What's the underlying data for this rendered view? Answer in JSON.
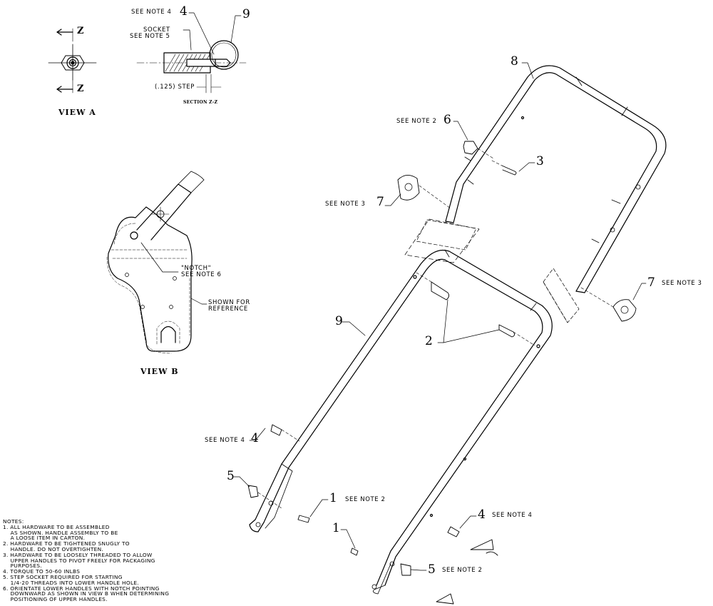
{
  "views": {
    "view_a": "VIEW A",
    "view_b": "VIEW B",
    "section_zz": "SECTION Z-Z",
    "z_top": "Z",
    "z_bottom": "Z"
  },
  "section_labels": {
    "see_note_4": "SEE NOTE 4",
    "socket": "SOCKET",
    "see_note_5": "SEE NOTE 5",
    "step": "(.125) STEP",
    "callout_4": "4",
    "callout_9": "9"
  },
  "view_b_labels": {
    "notch": "\"NOTCH\"",
    "see_note_6": "SEE NOTE 6",
    "shown_for": "SHOWN FOR",
    "reference": "REFERENCE"
  },
  "callouts": [
    {
      "id": "c8",
      "num": "8",
      "note": ""
    },
    {
      "id": "c6",
      "num": "6",
      "note": "SEE NOTE 2"
    },
    {
      "id": "c3",
      "num": "3",
      "note": ""
    },
    {
      "id": "c7a",
      "num": "7",
      "note": "SEE NOTE 3"
    },
    {
      "id": "c7b",
      "num": "7",
      "note": "SEE NOTE 3"
    },
    {
      "id": "c9",
      "num": "9",
      "note": ""
    },
    {
      "id": "c2",
      "num": "2",
      "note": ""
    },
    {
      "id": "c4a",
      "num": "4",
      "note": "SEE NOTE 4"
    },
    {
      "id": "c5a",
      "num": "5",
      "note": ""
    },
    {
      "id": "c1a",
      "num": "1",
      "note": "SEE NOTE 2"
    },
    {
      "id": "c1b",
      "num": "1",
      "note": ""
    },
    {
      "id": "c4b",
      "num": "4",
      "note": "SEE NOTE 4"
    },
    {
      "id": "c5b",
      "num": "5",
      "note": "SEE NOTE 2"
    }
  ],
  "notes": [
    "NOTES:",
    "1. ALL HARDWARE TO BE ASSEMBLED",
    "    AS SHOWN. HANDLE ASSEMBLY TO BE",
    "    A LOOSE ITEM IN CARTON.",
    "2. HARDWARE TO BE TIGHTENED SNUGLY TO",
    "    HANDLE. DO NOT OVERTIGHTEN.",
    "3. HARDWARE TO BE LOOSELY THREADED TO ALLOW",
    "    UPPER HANDLES TO PIVOT FREELY FOR PACKAGING",
    "    PURPOSES.",
    "4. TORQUE TO 50-60 INLBS",
    "5. STEP SOCKET REQUIRED FOR STARTING",
    "    1/4-20 THREADS INTO LOWER HANDLE HOLE.",
    "6. ORIENTATE LOWER HANDLES WITH NOTCH POINTING",
    "    DOWNWARD AS SHOWN IN VIEW B WHEN DETERMINING",
    "    POSITIONING OF UPPER HANDLES."
  ]
}
